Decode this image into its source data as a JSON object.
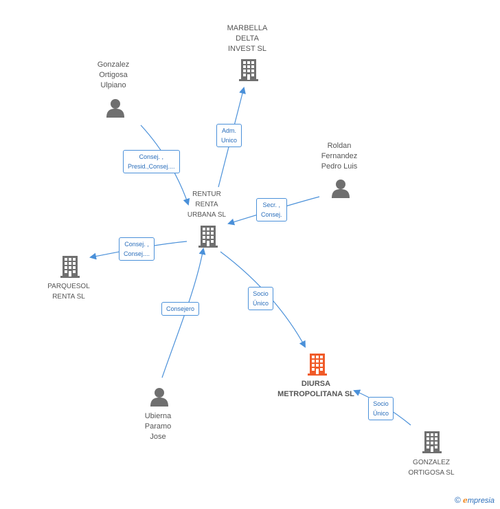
{
  "colors": {
    "edge": "#4a90d9",
    "icon": "#6f6f6f",
    "focus_icon": "#f05a28"
  },
  "nodes": {
    "marbella": {
      "label": "MARBELLA\nDELTA\nINVEST SL",
      "icon": "building-icon"
    },
    "gonzalez_person": {
      "label": "Gonzalez\nOrtigosa\nUlpiano",
      "icon": "person-icon"
    },
    "roldan": {
      "label": "Roldan\nFernandez\nPedro Luis",
      "icon": "person-icon"
    },
    "rentur": {
      "label": "RENTUR\nRENTA\nURBANA SL",
      "icon": "building-icon"
    },
    "parquesol": {
      "label": "PARQUESOL\nRENTA  SL",
      "icon": "building-icon"
    },
    "diursa": {
      "label": "DIURSA\nMETROPOLITANA SL",
      "icon": "building-icon-focus"
    },
    "ubierna": {
      "label": "Ubierna\nParamo\nJose",
      "icon": "person-icon"
    },
    "gonzalez_sl": {
      "label": "GONZALEZ\nORTIGOSA  SL",
      "icon": "building-icon"
    }
  },
  "edges": {
    "rentur_marbella": "Adm.\nUnico",
    "gonzalez_rentur": "Consej. ,\nPresid.,Consej....",
    "roldan_rentur": "Secr. ,\nConsej.",
    "rentur_parquesol": "Consej. ,\nConsej....",
    "rentur_diursa": "Socio\nÚnico",
    "ubierna_rentur": "Consejero",
    "gonzalezsl_diursa": "Socio\nÚnico"
  },
  "footer": {
    "copyright": "©",
    "brand_initial": "e",
    "brand_rest": "mpresia"
  }
}
